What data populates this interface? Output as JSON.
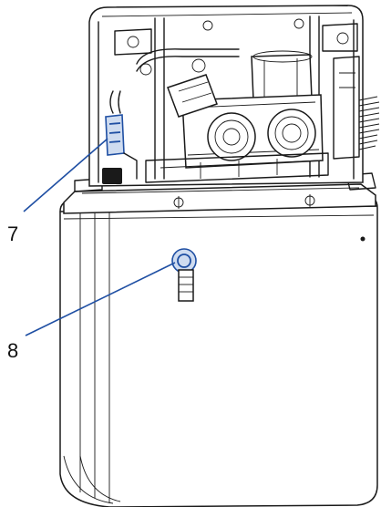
{
  "callouts": [
    {
      "id": "7",
      "label": "7"
    },
    {
      "id": "8",
      "label": "8"
    }
  ],
  "colors": {
    "outline": "#1a1a1a",
    "accent_blue": "#1f4fa3",
    "accent_fill": "#cfdcf0",
    "background": "#ffffff"
  }
}
